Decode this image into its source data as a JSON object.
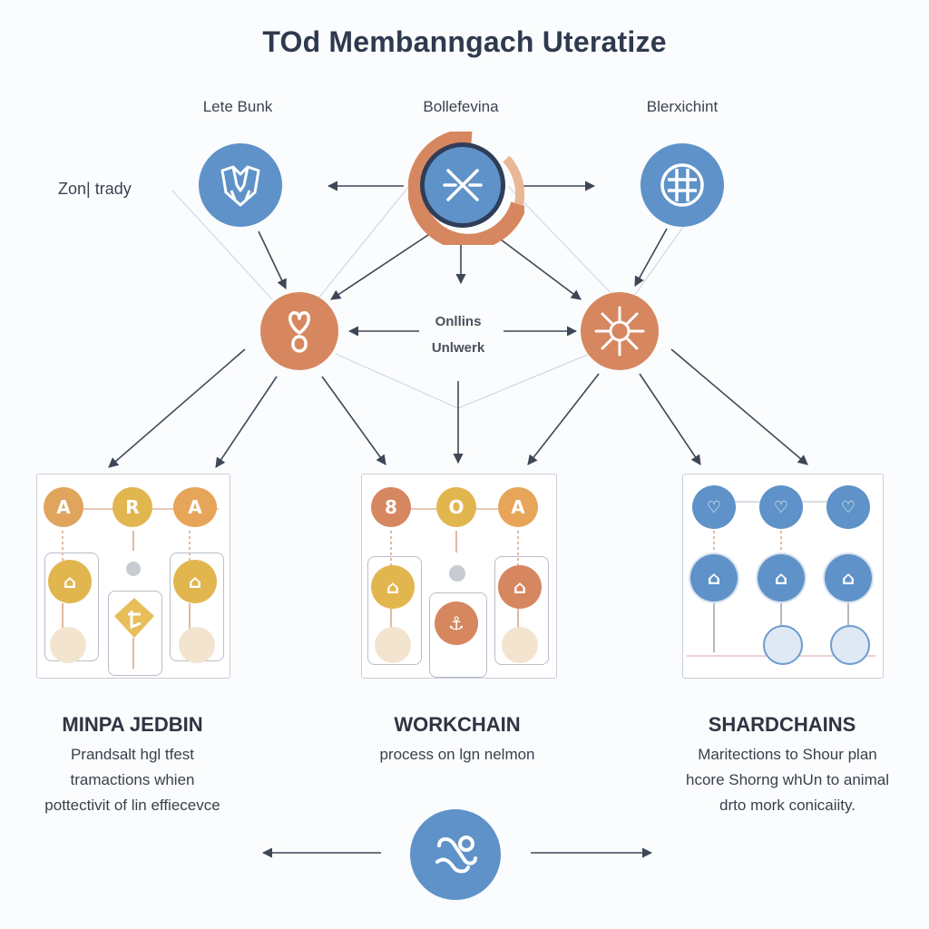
{
  "title": "TOd Membanngach Uteratize",
  "top_nodes": {
    "left": {
      "label": "Lete Bunk",
      "icon": "shield-logo-icon"
    },
    "center": {
      "label": "Bollefevina",
      "icon": "cross-link-icon"
    },
    "right": {
      "label": "Blerxichint",
      "icon": "coin-stack-icon"
    }
  },
  "side_label": "Zon| trady",
  "middle": {
    "left_icon": "heart-link-icon",
    "right_icon": "network-hub-icon",
    "center_label_1": "Onllins",
    "center_label_2": "Unlwerk"
  },
  "panels": [
    {
      "title": "MINPA JEDBIN",
      "desc": [
        "Prandsalt hgl tfest",
        "tramactions whien",
        "pottectivit of lin effiecevce"
      ],
      "top_glyphs": [
        "A",
        "R",
        "A"
      ]
    },
    {
      "title": "WORKCHAIN",
      "desc": [
        "process on lgn nelmon"
      ],
      "top_glyphs": [
        "8",
        "O",
        "A"
      ]
    },
    {
      "title": "SHARDCHAINS",
      "desc": [
        "Maritections to Shour plan",
        "hcore Shorng whUn to animal",
        "drto mork conicaiity."
      ],
      "top_glyphs": [
        "♡",
        "♡",
        "♡"
      ]
    }
  ],
  "bottom_icon": "link-knot-icon",
  "colors": {
    "blue": "#5e92c8",
    "orange": "#d6875f",
    "yellow": "#e2b64f",
    "arrow": "#3d4757"
  }
}
